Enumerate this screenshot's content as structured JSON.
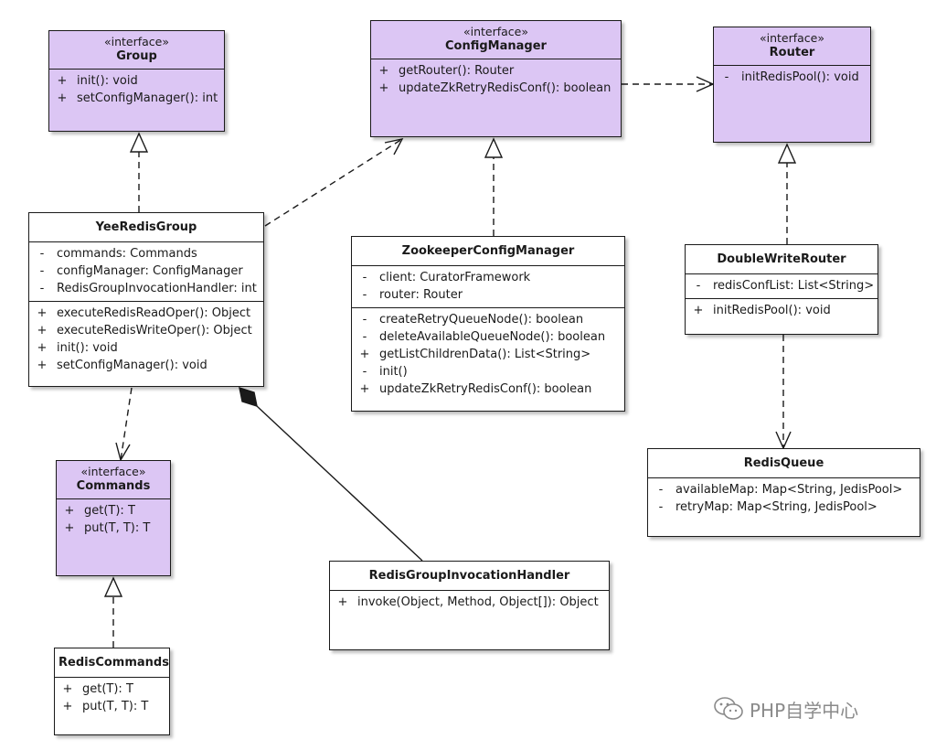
{
  "classes": {
    "group": {
      "stereotype": "«interface»",
      "name": "Group",
      "attributes": [],
      "operations": [
        {
          "vis": "+",
          "text": "init(): void"
        },
        {
          "vis": "+",
          "text": "setConfigManager(): int"
        }
      ]
    },
    "config_manager": {
      "stereotype": "«interface»",
      "name": "ConfigManager",
      "attributes": [],
      "operations": [
        {
          "vis": "+",
          "text": "getRouter(): Router"
        },
        {
          "vis": "+",
          "text": "updateZkRetryRedisConf(): boolean"
        }
      ]
    },
    "router": {
      "stereotype": "«interface»",
      "name": "Router",
      "attributes": [],
      "operations": [
        {
          "vis": "-",
          "text": "initRedisPool(): void"
        }
      ]
    },
    "yee_redis_group": {
      "name": "YeeRedisGroup",
      "attributes": [
        {
          "vis": "-",
          "text": "commands: Commands"
        },
        {
          "vis": "-",
          "text": "configManager: ConfigManager"
        },
        {
          "vis": "-",
          "text": "RedisGroupInvocationHandler: int"
        }
      ],
      "operations": [
        {
          "vis": "+",
          "text": "executeRedisReadOper(): Object"
        },
        {
          "vis": "+",
          "text": "executeRedisWriteOper(): Object"
        },
        {
          "vis": "+",
          "text": "init(): void"
        },
        {
          "vis": "+",
          "text": "setConfigManager(): void"
        }
      ]
    },
    "zookeeper_config_manager": {
      "name": "ZookeeperConfigManager",
      "attributes": [
        {
          "vis": "-",
          "text": "client: CuratorFramework"
        },
        {
          "vis": "-",
          "text": "router: Router"
        }
      ],
      "operations": [
        {
          "vis": "-",
          "text": "createRetryQueueNode(): boolean"
        },
        {
          "vis": "-",
          "text": "deleteAvailableQueueNode(): boolean"
        },
        {
          "vis": "+",
          "text": "getListChildrenData(): List<String>"
        },
        {
          "vis": "-",
          "text": "init()"
        },
        {
          "vis": "+",
          "text": "updateZkRetryRedisConf(): boolean"
        }
      ]
    },
    "double_write_router": {
      "name": "DoubleWriteRouter",
      "attributes": [
        {
          "vis": "-",
          "text": "redisConfList: List<String>"
        }
      ],
      "operations": [
        {
          "vis": "+",
          "text": "initRedisPool(): void"
        }
      ]
    },
    "redis_queue": {
      "name": "RedisQueue",
      "attributes": [
        {
          "vis": "-",
          "text": "availableMap: Map<String, JedisPool>"
        },
        {
          "vis": "-",
          "text": "retryMap: Map<String, JedisPool>"
        }
      ],
      "operations": []
    },
    "commands": {
      "stereotype": "«interface»",
      "name": "Commands",
      "attributes": [],
      "operations": [
        {
          "vis": "+",
          "text": "get(T): T"
        },
        {
          "vis": "+",
          "text": "put(T, T): T"
        }
      ]
    },
    "redis_commands": {
      "name": "RedisCommands",
      "attributes": [],
      "operations": [
        {
          "vis": "+",
          "text": "get(T): T"
        },
        {
          "vis": "+",
          "text": "put(T, T): T"
        }
      ]
    },
    "redis_group_invocation_handler": {
      "name": "RedisGroupInvocationHandler",
      "attributes": [],
      "operations": [
        {
          "vis": "+",
          "text": "invoke(Object, Method, Object[]): Object"
        }
      ]
    }
  },
  "relationships": [
    {
      "from": "YeeRedisGroup",
      "to": "Group",
      "kind": "realization"
    },
    {
      "from": "YeeRedisGroup",
      "to": "ConfigManager",
      "kind": "dependency"
    },
    {
      "from": "YeeRedisGroup",
      "to": "Commands",
      "kind": "dependency"
    },
    {
      "from": "YeeRedisGroup",
      "to": "RedisGroupInvocationHandler",
      "kind": "composition"
    },
    {
      "from": "ZookeeperConfigManager",
      "to": "ConfigManager",
      "kind": "realization"
    },
    {
      "from": "ConfigManager",
      "to": "Router",
      "kind": "dependency"
    },
    {
      "from": "DoubleWriteRouter",
      "to": "Router",
      "kind": "realization"
    },
    {
      "from": "DoubleWriteRouter",
      "to": "RedisQueue",
      "kind": "dependency"
    },
    {
      "from": "RedisCommands",
      "to": "Commands",
      "kind": "realization"
    }
  ],
  "colors": {
    "interface_fill": "#dcc6f4",
    "class_fill": "#ffffff",
    "line": "#1a1a1a"
  },
  "watermark": {
    "icon": "wechat-icon",
    "text": "PHP自学中心"
  }
}
